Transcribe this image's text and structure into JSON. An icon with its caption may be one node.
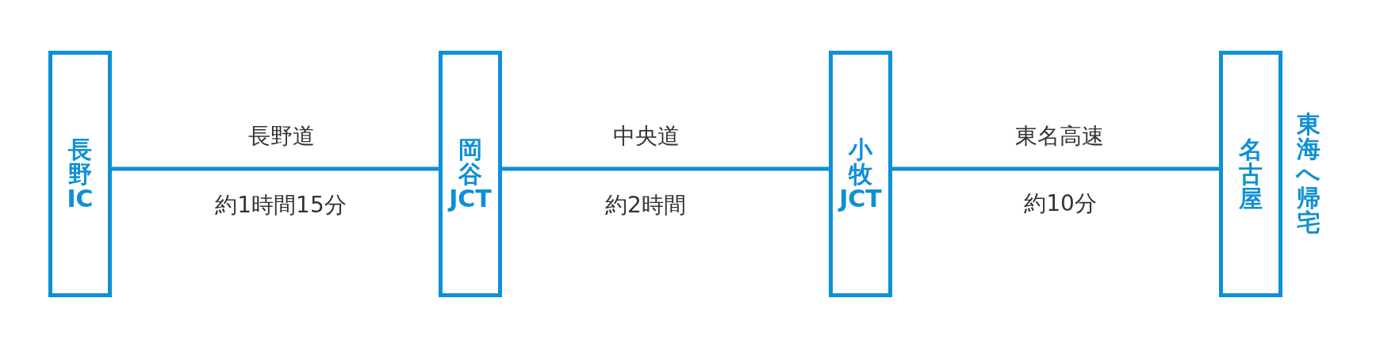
{
  "diagram": {
    "nodes": [
      {
        "text": [
          "長野IC"
        ]
      },
      {
        "text": [
          "岡谷JCT"
        ]
      },
      {
        "text": [
          "小牧JCT"
        ]
      },
      {
        "text": [
          "名古屋"
        ],
        "beside": [
          "東海へ帰宅"
        ]
      }
    ],
    "edges": [
      {
        "from": 0,
        "to": 1,
        "arrow": "none",
        "label": "長野道"
      },
      {
        "from": 1,
        "to": 2,
        "arrow": "none",
        "label": "中央道"
      },
      {
        "from": 2,
        "to": 3,
        "arrow": "none",
        "label": "東名高速"
      }
    ],
    "labels": [
      "約1時間15分",
      "約2時間",
      "約10分"
    ]
  }
}
